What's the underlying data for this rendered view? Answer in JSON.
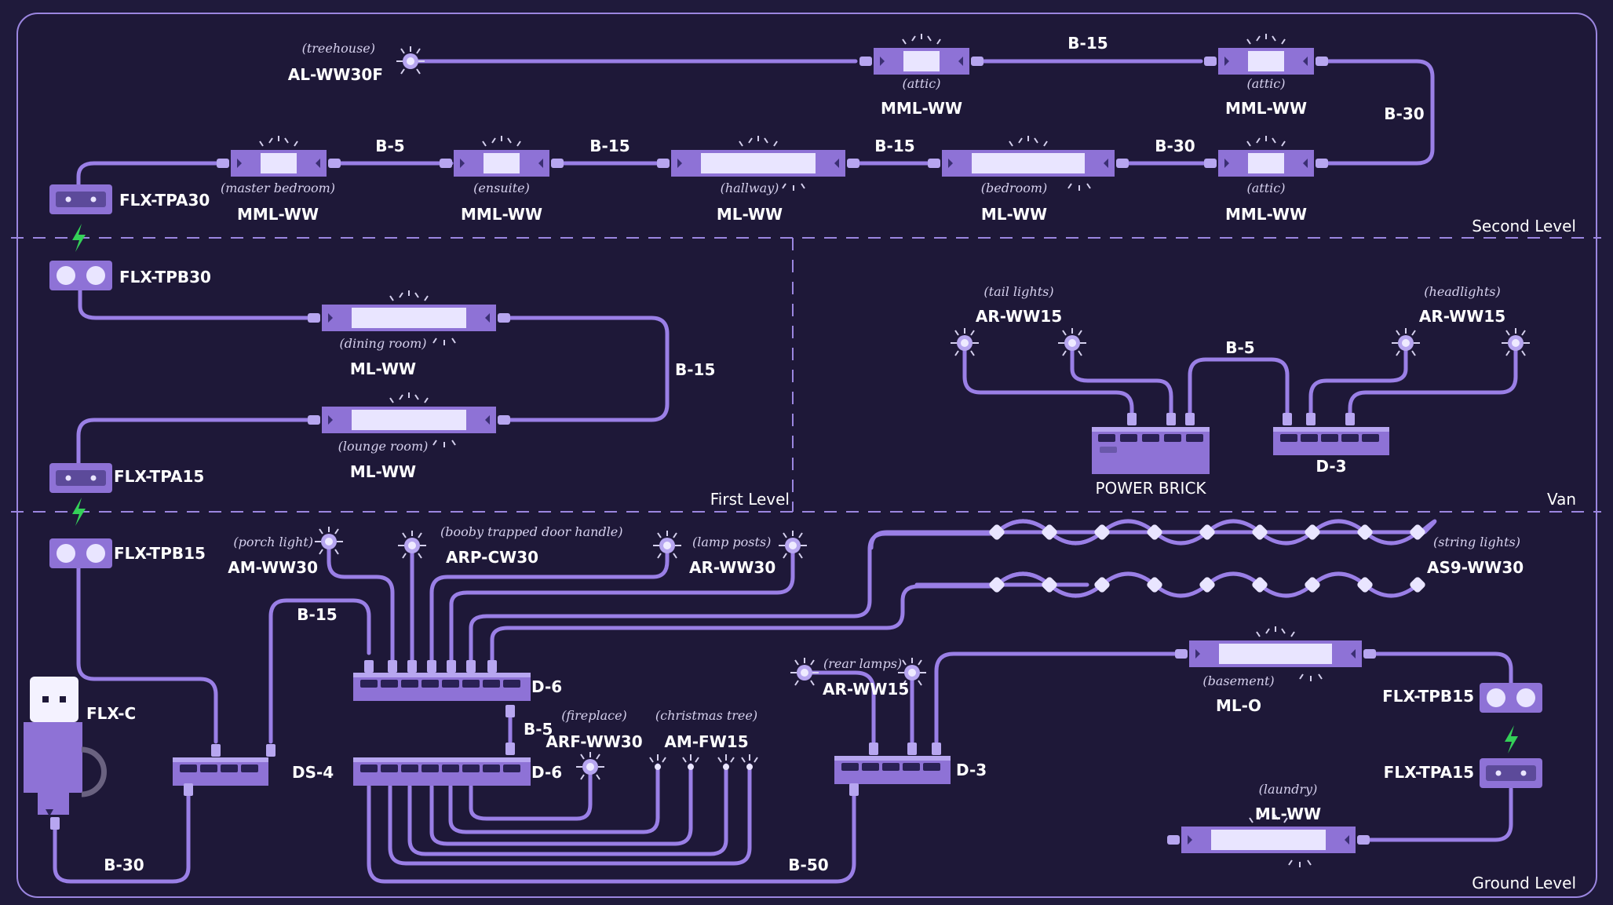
{
  "colors": {
    "background": "#1f1a3b",
    "frame": "#9b86e0",
    "wire": "#9a7fe6",
    "device": "#8e72d6",
    "device_light": "#b7a6f0",
    "lens": "#e9e5ff",
    "text": "#ffffff",
    "italic": "#d6d1ee",
    "bolt": "#34d058"
  },
  "levels": {
    "second": "Second Level",
    "first": "First Level",
    "van": "Van",
    "ground": "Ground Level"
  },
  "second_level": {
    "al_room": "(treehouse)",
    "al_model": "AL-WW30F",
    "attic_a_room": "(attic)",
    "attic_a_model": "MML-WW",
    "cable_attic": "B-15",
    "attic_b_room": "(attic)",
    "attic_b_model": "MML-WW",
    "cable_right": "B-30",
    "tpa_model": "FLX-TPA30",
    "master_room": "(master bedroom)",
    "master_model": "MML-WW",
    "cable_1": "B-5",
    "ensuite_room": "(ensuite)",
    "ensuite_model": "MML-WW",
    "cable_2": "B-15",
    "hallway_room": "(hallway)",
    "hallway_model": "ML-WW",
    "cable_3": "B-15",
    "bedroom_room": "(bedroom)",
    "bedroom_model": "ML-WW",
    "cable_4": "B-30",
    "attic_c_room": "(attic)",
    "attic_c_model": "MML-WW"
  },
  "first_level": {
    "tpb_model": "FLX-TPB30",
    "dining_room": "(dining room)",
    "dining_model": "ML-WW",
    "cable": "B-15",
    "lounge_room": "(lounge room)",
    "lounge_model": "ML-WW",
    "tpa_model": "FLX-TPA15"
  },
  "van": {
    "tail_room": "(tail lights)",
    "tail_model": "AR-WW15",
    "head_room": "(headlights)",
    "head_model": "AR-WW15",
    "cable": "B-5",
    "brick_label": "POWER BRICK",
    "d3_label": "D-3"
  },
  "ground_level": {
    "tpb_model": "FLX-TPB15",
    "flxc_label": "FLX-C",
    "porch_room": "(porch light)",
    "porch_model": "AM-WW30",
    "booby_room": "(booby trapped door handle)",
    "booby_model": "ARP-CW30",
    "lamp_room": "(lamp posts)",
    "lamp_model": "AR-WW30",
    "string_room": "(string lights)",
    "string_model": "AS9-WW30",
    "cable_b15": "B-15",
    "d6_top": "D-6",
    "cable_b5": "B-5",
    "d6_bottom": "D-6",
    "ds4_label": "DS-4",
    "cable_b30": "B-30",
    "fire_room": "(fireplace)",
    "fire_model": "ARF-WW30",
    "xmas_room": "(christmas tree)",
    "xmas_model": "AM-FW15",
    "rear_room": "(rear lamps)",
    "rear_model": "AR-WW15",
    "d3_label": "D-3",
    "cable_b50": "B-50",
    "basement_room": "(basement)",
    "basement_model": "ML-O",
    "tpb_right_model": "FLX-TPB15",
    "tpa_right_model": "FLX-TPA15",
    "laundry_room": "(laundry)",
    "laundry_model": "ML-WW"
  }
}
